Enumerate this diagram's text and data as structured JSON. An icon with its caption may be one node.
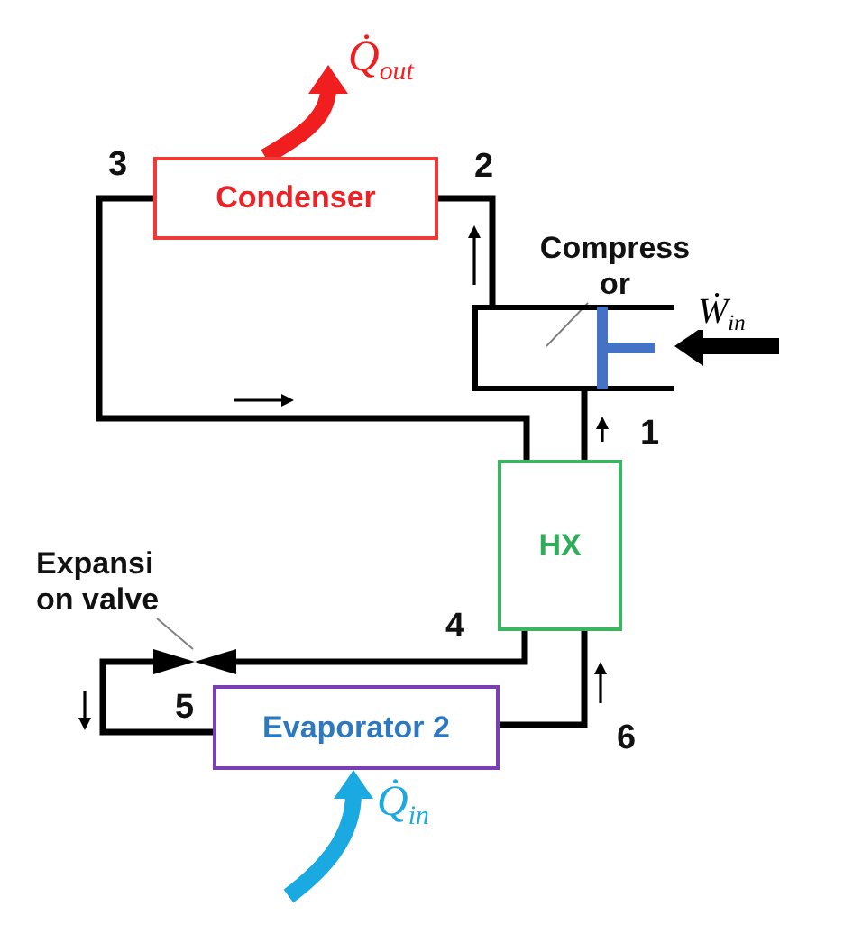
{
  "diagram": {
    "nodes": [
      {
        "text": [
          "Condenser"
        ]
      },
      {
        "text": [
          "Compress or"
        ]
      },
      {
        "text": [],
        "shape": "picture"
      },
      {
        "text": [
          "HX"
        ]
      },
      {
        "text": [
          "Expansi on valve"
        ]
      },
      {
        "text": [],
        "shape": "bowtie"
      },
      {
        "text": [
          "Evaporator 2"
        ]
      }
    ],
    "edges": [
      {
        "from": 2,
        "to": 0,
        "arrow": "none"
      },
      {
        "from": 0,
        "to": 3,
        "arrow": "none"
      },
      {
        "from": 3,
        "to": 2,
        "arrow": "none"
      },
      {
        "from": 3,
        "to": 5,
        "arrow": "none"
      },
      {
        "from": 5,
        "to": 6,
        "arrow": "none"
      },
      {
        "from": 6,
        "to": 3,
        "arrow": "none"
      },
      {
        "from": 1,
        "to": 2,
        "arrow": "none",
        "color": "#808080"
      },
      {
        "from": 4,
        "to": 5,
        "arrow": "none",
        "color": "#808080"
      },
      {
        "from": null,
        "to": 2,
        "arrow": "to",
        "label": "Ẇ$_{in}$",
        "style": "thick"
      },
      {
        "from": 0,
        "to": null,
        "arrow": "to",
        "label": "Q̇$_{out}$",
        "style": "thick",
        "color": "#f01e1e"
      },
      {
        "from": null,
        "to": 6,
        "arrow": "to",
        "label": "Q̇$_{in}$",
        "style": "thick",
        "color": "#1ba9e1"
      }
    ],
    "labels": [
      "3",
      "2",
      "1",
      "4",
      "5",
      "6"
    ]
  }
}
